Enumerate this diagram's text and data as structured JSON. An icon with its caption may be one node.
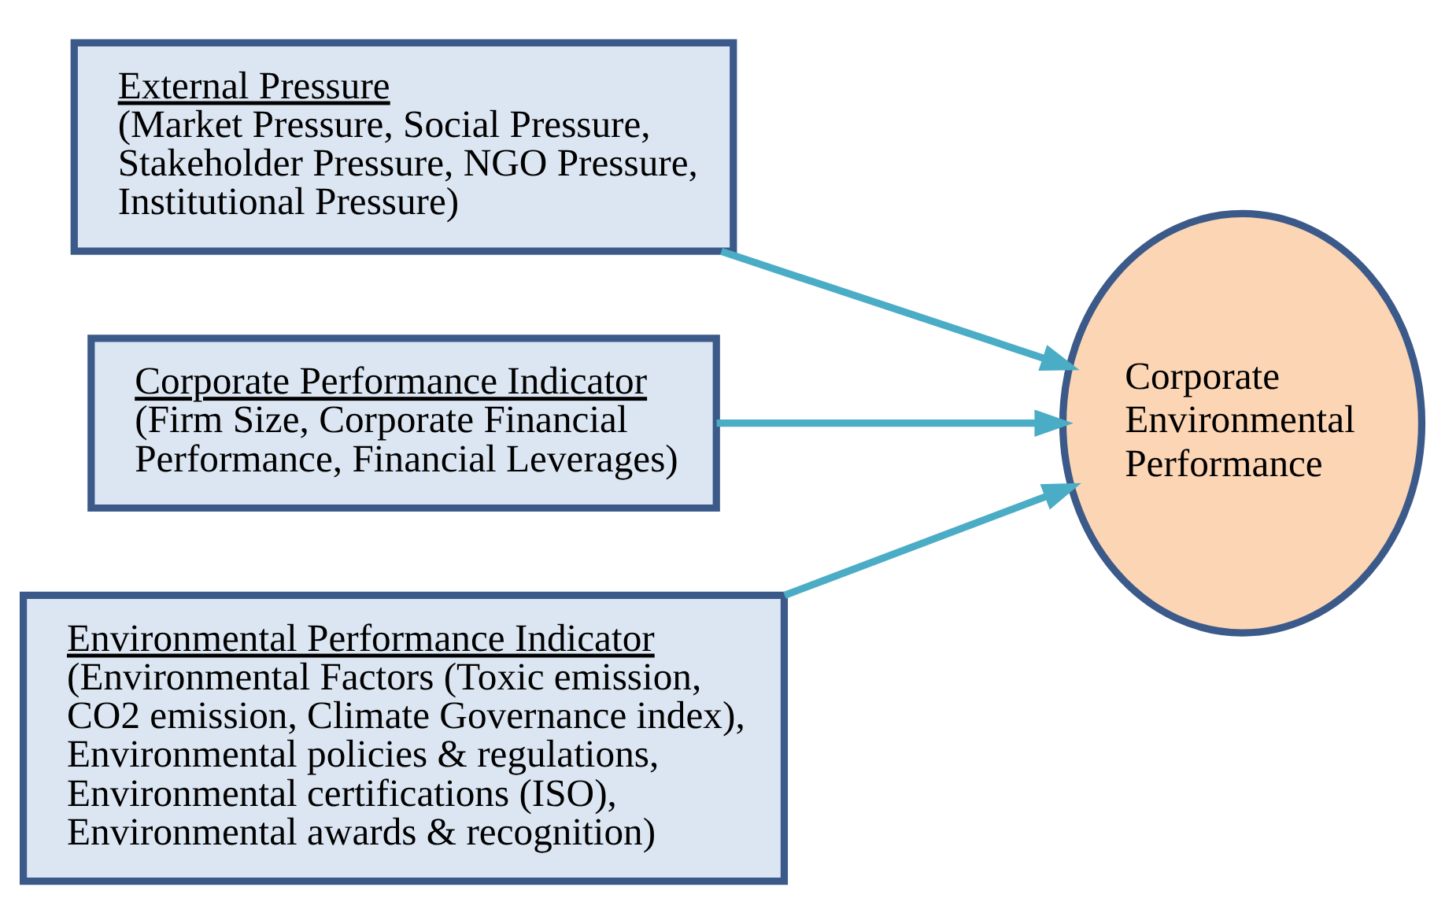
{
  "diagram": {
    "nodes": [
      {
        "text": [
          "External Pressure",
          "(Market Pressure, Social Pressure, Stakeholder Pressure, NGO Pressure, Institutional Pressure)"
        ]
      },
      {
        "text": [
          "Corporate Performance Indicator",
          "(Firm Size, Corporate Financial Performance, Financial Leverages)"
        ]
      },
      {
        "text": [
          "Environmental Performance Indicator",
          "(Environmental Factors (Toxic emission, CO2 emission, Climate Governance index), Environmental policies & regulations, Environmental certifications (ISO), Environmental awards & recognition)"
        ]
      },
      {
        "text": [
          "Corporate Environmental Performance"
        ]
      }
    ],
    "edges": [
      {
        "from": 0,
        "to": 3,
        "arrow": "to"
      },
      {
        "from": 1,
        "to": 3,
        "arrow": "to"
      },
      {
        "from": 2,
        "to": 3,
        "arrow": "to"
      }
    ]
  }
}
